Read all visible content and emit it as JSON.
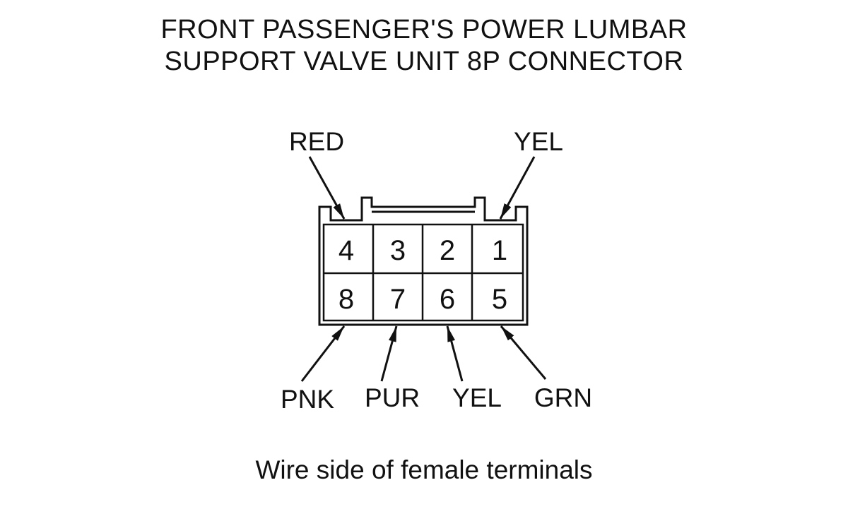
{
  "title": {
    "line1": "FRONT PASSENGER'S POWER LUMBAR",
    "line2": "SUPPORT VALVE UNIT 8P CONNECTOR"
  },
  "connector": {
    "terminals_top": [
      "4",
      "3",
      "2",
      "1"
    ],
    "terminals_bottom": [
      "8",
      "7",
      "6",
      "5"
    ]
  },
  "wires": {
    "top_left": "RED",
    "top_right": "YEL",
    "bottom": [
      "PNK",
      "PUR",
      "YEL",
      "GRN"
    ]
  },
  "caption": "Wire side of female terminals"
}
